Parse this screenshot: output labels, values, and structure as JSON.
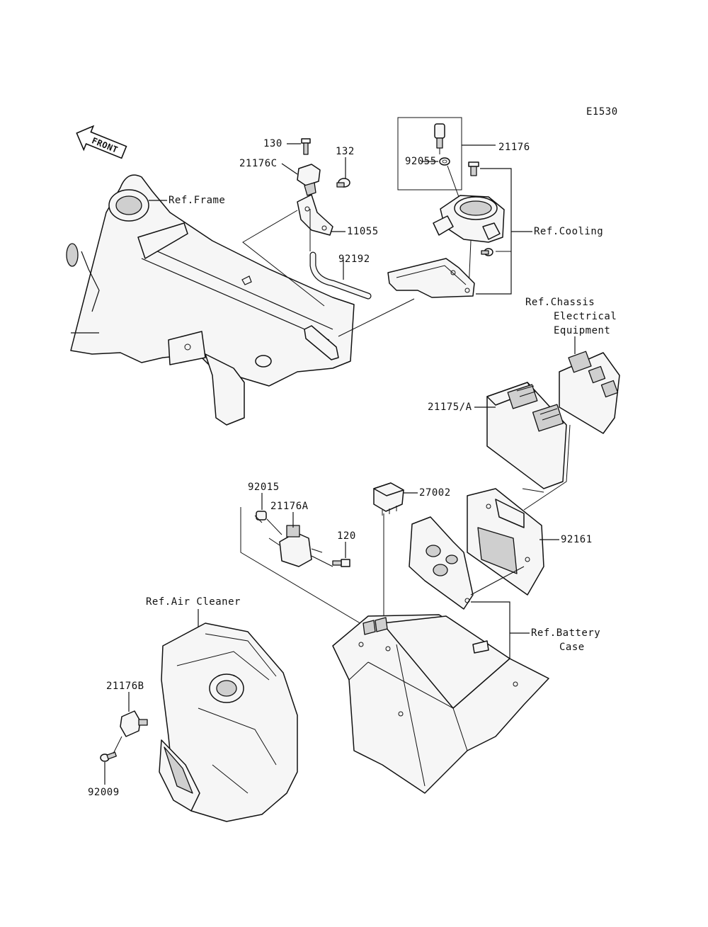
{
  "diagram_code": "E1530",
  "front_arrow_text": "FRONT",
  "callouts": {
    "p130": "130",
    "p132": "132",
    "p21176C": "21176C",
    "p11055": "11055",
    "p92192": "92192",
    "p21176": "21176",
    "p92055": "92055",
    "p21175A": "21175/A",
    "p92015": "92015",
    "p21176A": "21176A",
    "p120": "120",
    "p27002": "27002",
    "p92161": "92161",
    "p21176B": "21176B",
    "p92009": "92009"
  },
  "references": {
    "frame": "Ref.Frame",
    "cooling": "Ref.Cooling",
    "chassis_line1": "Ref.Chassis",
    "chassis_line2": "Electrical",
    "chassis_line3": "Equipment",
    "air_cleaner": "Ref.Air Cleaner",
    "battery_line1": "Ref.Battery",
    "battery_line2": "Case"
  }
}
